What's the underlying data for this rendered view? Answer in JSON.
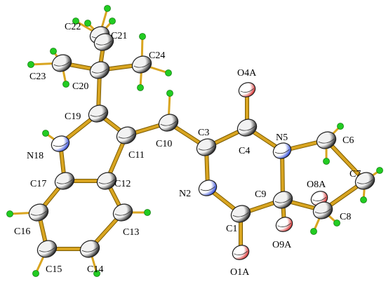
{
  "diagram": {
    "kind": "ORTEP molecular structure",
    "colors": {
      "background": "#ffffff",
      "bond": "#d9a520",
      "bond_edge": "#7a5a00",
      "carbon_light": "#f2f2f2",
      "carbon_dark": "#111111",
      "nitrogen_light": "#ffffff",
      "nitrogen_dark": "#1f3bd6",
      "oxygen_light": "#ffffff",
      "oxygen_dark": "#d61f1f",
      "hydrogen": "#22cc22",
      "label": "#000000"
    },
    "atoms": [
      {
        "id": "C22",
        "label": "C22",
        "element": "C"
      },
      {
        "id": "C21",
        "label": "C21",
        "element": "C"
      },
      {
        "id": "C23",
        "label": "C23",
        "element": "C"
      },
      {
        "id": "C20",
        "label": "C20",
        "element": "C"
      },
      {
        "id": "C24",
        "label": "C24",
        "element": "C"
      },
      {
        "id": "O4A",
        "label": "O4A",
        "element": "O"
      },
      {
        "id": "C19",
        "label": "C19",
        "element": "C"
      },
      {
        "id": "C3",
        "label": "C3",
        "element": "C"
      },
      {
        "id": "C4",
        "label": "C4",
        "element": "C"
      },
      {
        "id": "N5",
        "label": "N5",
        "element": "N"
      },
      {
        "id": "C6",
        "label": "C6",
        "element": "C"
      },
      {
        "id": "N18",
        "label": "N18",
        "element": "N"
      },
      {
        "id": "C11",
        "label": "C11",
        "element": "C"
      },
      {
        "id": "C10",
        "label": "C10",
        "element": "C"
      },
      {
        "id": "C7",
        "label": "C7",
        "element": "C"
      },
      {
        "id": "C17",
        "label": "C17",
        "element": "C"
      },
      {
        "id": "C12",
        "label": "C12",
        "element": "C"
      },
      {
        "id": "N2",
        "label": "N2",
        "element": "N"
      },
      {
        "id": "C9",
        "label": "C9",
        "element": "C"
      },
      {
        "id": "O8A",
        "label": "O8A",
        "element": "O"
      },
      {
        "id": "C16",
        "label": "C16",
        "element": "C"
      },
      {
        "id": "C13",
        "label": "C13",
        "element": "C"
      },
      {
        "id": "C1",
        "label": "C1",
        "element": "C"
      },
      {
        "id": "C8",
        "label": "C8",
        "element": "C"
      },
      {
        "id": "O9A",
        "label": "O9A",
        "element": "O"
      },
      {
        "id": "C15",
        "label": "C15",
        "element": "C"
      },
      {
        "id": "C14",
        "label": "C14",
        "element": "C"
      },
      {
        "id": "O1A",
        "label": "O1A",
        "element": "O"
      }
    ],
    "bonds": [
      [
        "C20",
        "C21"
      ],
      [
        "C21",
        "C22"
      ],
      [
        "C20",
        "C23"
      ],
      [
        "C20",
        "C24"
      ],
      [
        "C20",
        "C19"
      ],
      [
        "C19",
        "N18"
      ],
      [
        "C19",
        "C11"
      ],
      [
        "N18",
        "C17"
      ],
      [
        "C17",
        "C12"
      ],
      [
        "C11",
        "C12"
      ],
      [
        "C11",
        "C10"
      ],
      [
        "C10",
        "C3"
      ],
      [
        "C3",
        "N2"
      ],
      [
        "C3",
        "C4"
      ],
      [
        "C4",
        "O4A"
      ],
      [
        "C4",
        "N5"
      ],
      [
        "N5",
        "C6"
      ],
      [
        "N5",
        "C9"
      ],
      [
        "C6",
        "C7"
      ],
      [
        "C7",
        "C8"
      ],
      [
        "C9",
        "C8"
      ],
      [
        "C9",
        "O9A"
      ],
      [
        "C9",
        "C1"
      ],
      [
        "N2",
        "C1"
      ],
      [
        "C1",
        "O1A"
      ],
      [
        "C17",
        "C16"
      ],
      [
        "C16",
        "C15"
      ],
      [
        "C15",
        "C14"
      ],
      [
        "C14",
        "C13"
      ],
      [
        "C13",
        "C12"
      ],
      [
        "O8A",
        "C8"
      ]
    ]
  }
}
